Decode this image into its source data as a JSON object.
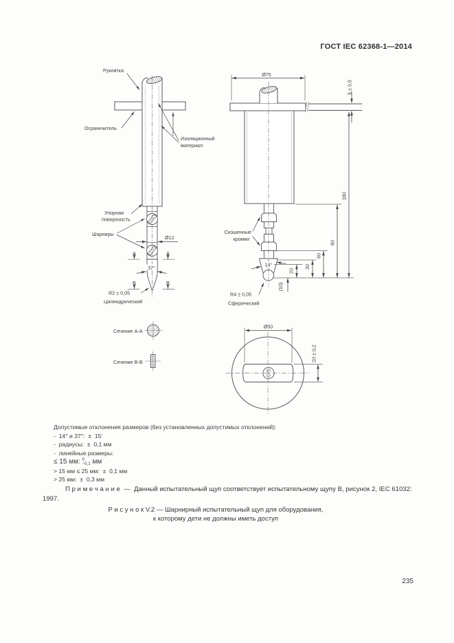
{
  "header": {
    "title": "ГОСТ IEC 62368-1—2014"
  },
  "page_number": "235",
  "figure": {
    "left_view": {
      "handle": "Рукоятка",
      "stop": "Ограничитель",
      "insulation_line1": "Изоляционный",
      "insulation_line2": "материал",
      "bearing_line1": "Упорная",
      "bearing_line2": "поверхность",
      "hinges": "Шарниры",
      "dia12": "Ø12",
      "section_a": "A",
      "section_b": "B",
      "angle37": "37°",
      "r2": "R2 ± 0,05",
      "cylindrical": "Цилиндрический"
    },
    "right_view": {
      "dia75": "Ø75",
      "tol5": "5 ± 0,5",
      "chamfer_line1": "Скошенные",
      "chamfer_line2": "кромки",
      "angle14": "14°",
      "r4": "R4 ± 0,05",
      "spherical": "Сферический",
      "dim180": "180",
      "dim80": "80",
      "dim60": "60",
      "dim30": "30",
      "dim20": "20",
      "dim10": "(10)"
    },
    "sections": {
      "a_label": "Сечение A-A",
      "b_label": "Сечение B-B",
      "dia50": "Ø50",
      "tol20": "20 ± 0,2"
    }
  },
  "tolerances": {
    "intro": "Допустимые отклонения размеров (без установленных допустимых отклонений):",
    "item1": "-  14° и 37°:  ±  15′",
    "item2": "-  радиусы:  ±  0,1 мм",
    "item3": "-  линейные размеры:",
    "le15_prefix": "≤ 15 мм:",
    "le15_sup": "0",
    "le15_sub": "−0,1",
    "le15_suffix": "мм",
    "gt15": "> 15 мм ≤ 25 мм:  ±  0,1 мм",
    "gt25": "> 25 мм:  ±  0,3 мм"
  },
  "note": {
    "line1": "П р и м е ч а н и е  —  Данный испытательный щуп соответствует испытательному щупу B, рисунок 2, IEC 61032:",
    "line2": "1997."
  },
  "caption": {
    "line1": "Р и с у н о к  V.2 — Шарнирный испытательный щуп для оборудования,",
    "line2": "к которому дети не должны иметь доступ"
  }
}
